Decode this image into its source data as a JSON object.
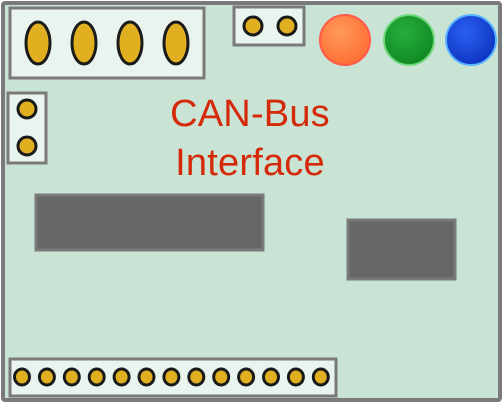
{
  "board": {
    "title_line_1": "CAN-Bus",
    "title_line_2": "Interface",
    "colors": {
      "pcb": "#c9e3d4",
      "pcb_border": "#7a7a7a",
      "header_fill": "#e9f4ef",
      "pad_fill": "#e0b020",
      "pad_stroke": "#1a1a1a",
      "chip_fill": "#676767",
      "title": "#d42a0a",
      "led_orange": "#ff7a3c",
      "led_green": "#1a9a2e",
      "led_blue": "#1747d4"
    },
    "components": {
      "screw_terminal_pins": 4,
      "small_header_top_pins": 2,
      "side_header_pins": 2,
      "bottom_header_pins": 13,
      "leds": [
        "orange",
        "green",
        "blue"
      ],
      "chips": 2
    }
  }
}
